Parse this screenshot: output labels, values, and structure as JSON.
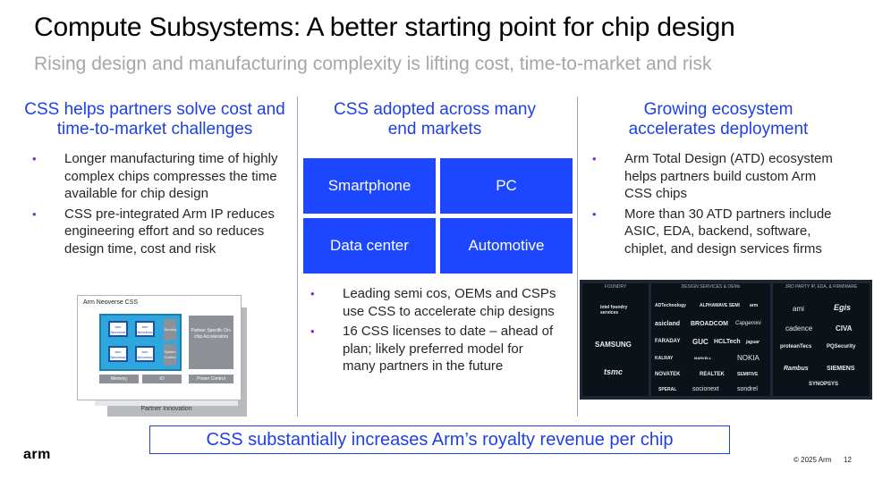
{
  "title": "Compute Subsystems: A better starting point for chip design",
  "subtitle": "Rising design and manufacturing complexity is lifting cost, time-to-market and risk",
  "col1": {
    "heading": "CSS helps partners solve cost and time-to-market challenges",
    "bullets": [
      "Longer manufacturing time of highly complex chips compresses the time available for chip design",
      "CSS pre-integrated Arm IP reduces engineering effort and so reduces design time, cost and risk"
    ],
    "diagram": {
      "title": "Arm Neoverse CSS",
      "core_label": "arm\nNeoverse",
      "memory": "Memory",
      "io": "IO",
      "accelerators": "Partner Specific On-chip Accelerators",
      "power": "Power Control",
      "partner_innovation": "Partner Innovation",
      "security": "Security",
      "system_control": "System Control"
    }
  },
  "col2": {
    "heading": "CSS adopted across many end markets",
    "markets": [
      "Smartphone",
      "PC",
      "Data center",
      "Automotive"
    ],
    "bullets": [
      "Leading semi cos, OEMs and CSPs use CSS to accelerate chip designs",
      "16 CSS licenses to date – ahead of plan; likely preferred model for many partners in the future"
    ]
  },
  "col3": {
    "heading": "Growing ecosystem accelerates deployment",
    "bullets": [
      "Arm Total Design (ATD) ecosystem helps partners build custom Arm CSS chips",
      "More than 30 ATD partners include ASIC, EDA, backend, software, chiplet, and design services firms"
    ],
    "ecosystem": {
      "foundry_header": "FOUNDRY",
      "design_header": "DESIGN SERVICES & OEMs",
      "thirdparty_header": "3RD PARTY IP, EDA, & FIRMWARE",
      "foundry": [
        "intel foundry services",
        "SAMSUNG",
        "tsmc"
      ],
      "design": [
        "ADTechnology",
        "ALPHAWAVE SEMI",
        "arm",
        "asicland",
        "BROADCOM",
        "Capgemini",
        "FARADAY",
        "GUC",
        "HCLTech",
        "jaguar",
        "KALRAY",
        "MARVELL",
        "NOKIA",
        "NOVATEK",
        "REALTEK",
        "SEMIFIVE",
        "SPERAL",
        "socionext",
        "sondrel"
      ],
      "thirdparty": [
        "ami",
        "Egis",
        "cadence",
        "CIVA",
        "proteanTecs",
        "PQSecurity",
        "Rambus",
        "SIEMENS",
        "SYNOPSYS"
      ]
    }
  },
  "banner": "CSS substantially increases Arm’s royalty revenue per chip",
  "logo": "arm",
  "copyright": "© 2025 Arm",
  "page_number": "12"
}
